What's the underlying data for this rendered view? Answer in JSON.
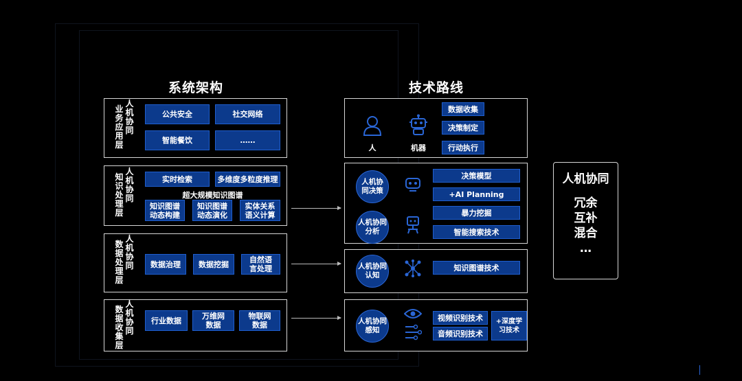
{
  "titles": {
    "left": "系统架构",
    "right": "技术路线"
  },
  "layers": [
    {
      "label_cols": [
        "业务应用层",
        "人机协同"
      ],
      "boxes": [
        "公共安全",
        "社交网络",
        "智能餐饮",
        "……"
      ]
    },
    {
      "label_cols": [
        "知识处理层",
        "人机协同"
      ],
      "boxes": [
        "实时检索",
        "多维度多粒度推理",
        "知识图谱\n动态构建",
        "知识图谱\n动态演化",
        "实体关系\n语义计算"
      ],
      "caption": "超大规模知识图谱"
    },
    {
      "label_cols": [
        "数据处理层",
        "人机协同"
      ],
      "boxes": [
        "数据治理",
        "数据挖掘",
        "自然语\n言处理"
      ]
    },
    {
      "label_cols": [
        "数据收集层",
        "人机协同"
      ],
      "boxes": [
        "行业数据",
        "万维网\n数据",
        "物联网\n数据"
      ]
    }
  ],
  "route": {
    "top": {
      "human_label": "人",
      "machine_label": "机器",
      "boxes": [
        "数据收集",
        "决策制定",
        "行动执行"
      ]
    },
    "decision": {
      "circles": [
        "人机协\n同决策",
        "人机协同\n分析"
      ],
      "boxes": [
        "决策模型",
        "+AI Planning",
        "暴力挖掘",
        "智能搜索技术"
      ]
    },
    "cognition": {
      "circle": "人机协同\n认知",
      "box": "知识图谱技术"
    },
    "perception": {
      "circle": "人机协同\n感知",
      "boxes": [
        "视频识别技术",
        "音频识别技术",
        "+深度学\n习技术"
      ]
    }
  },
  "side": {
    "title": "人机协同",
    "lines": [
      "冗余",
      "互补",
      "混合",
      "…"
    ]
  },
  "colors": {
    "box_fill": "#0c3a8c",
    "box_border": "#1f5fd0",
    "panel_border": "#d8d8d8"
  }
}
